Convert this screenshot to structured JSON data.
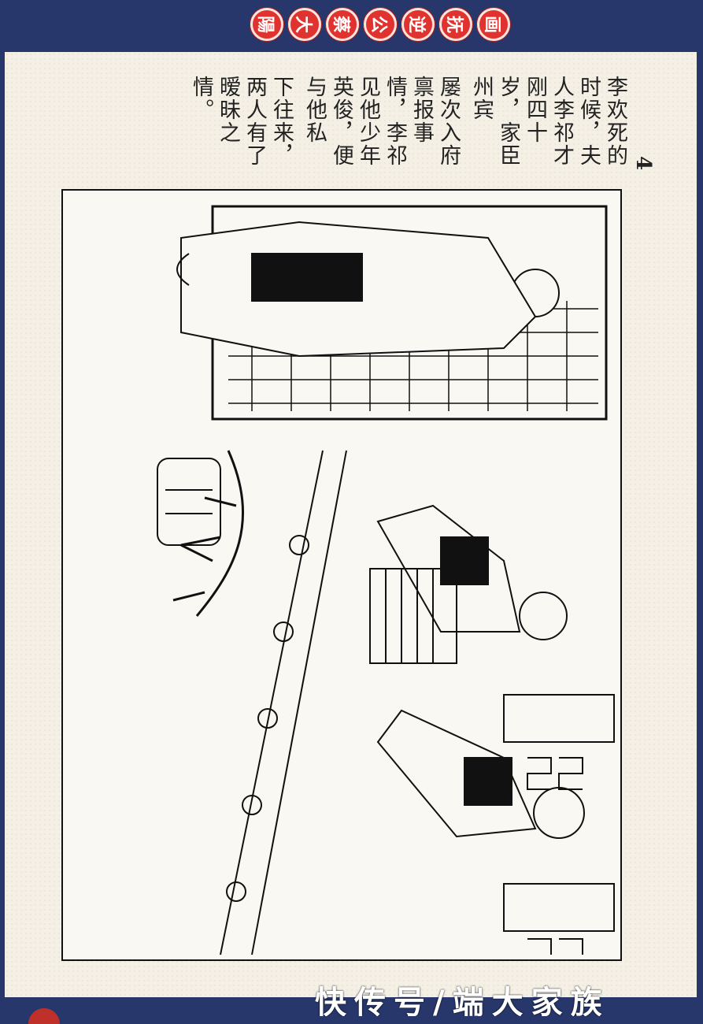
{
  "header": {
    "seals": [
      "陽",
      "大",
      "蔡",
      "公",
      "逆",
      "抚",
      "画"
    ]
  },
  "page": {
    "number": "4"
  },
  "caption": {
    "lines": [
      "李欢死的时候，夫人李祁才刚四十岁，家臣州宾",
      "屡次入府禀报事情，李祁见他少年英俊，便与他私",
      "下往来，两人有了暧昧之情。"
    ]
  },
  "watermark": {
    "text": "快传号/端大家族"
  },
  "colors": {
    "frame_blue": "#27376b",
    "seal_red": "#e0322e",
    "paper": "#f4f0e6",
    "ink": "#111111"
  }
}
